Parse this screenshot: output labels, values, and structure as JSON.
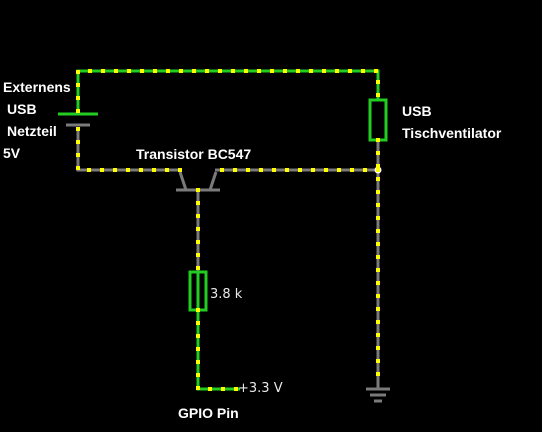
{
  "labels": {
    "supply_lines": [
      "Externens",
      "USB",
      "Netzteil",
      "5V"
    ],
    "fan_lines": [
      "USB",
      "Tischventilator"
    ],
    "transistor": "Transistor BC547",
    "resistor": "3.8 k",
    "gpio_voltage": "+3.3 V",
    "gpio": "GPIO Pin"
  },
  "colors": {
    "background": "#000000",
    "wire_powered": "#22cc22",
    "wire_ground": "#7a7a7a",
    "current_dots": "#ffff00",
    "text": "#ffffff"
  }
}
